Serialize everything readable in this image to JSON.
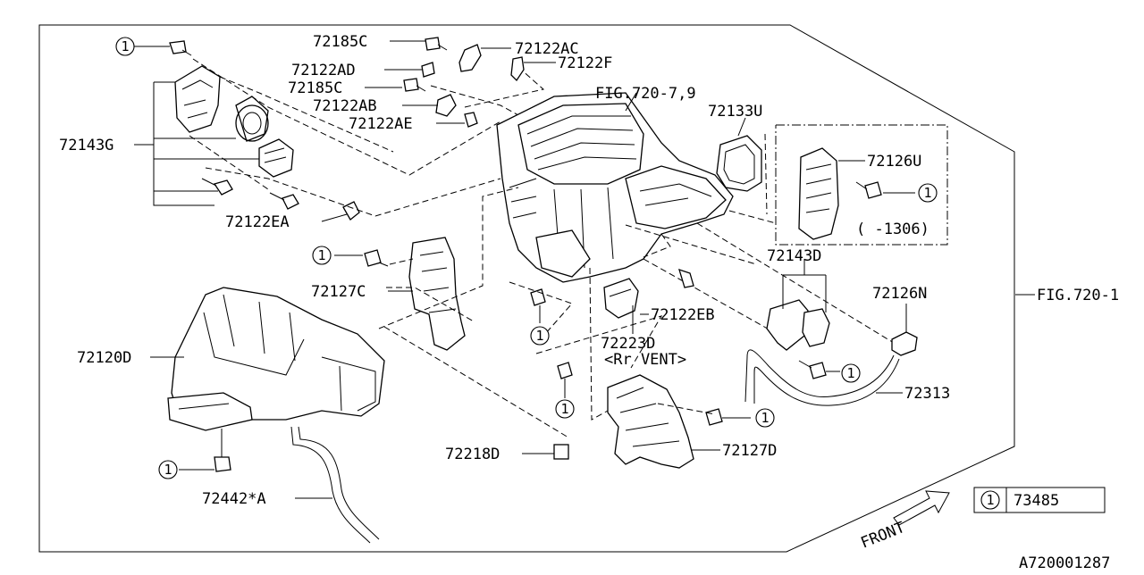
{
  "diagram": {
    "labels": {
      "p72185C_1": "72185C",
      "p72122AC": "72122AC",
      "p72122AD": "72122AD",
      "p72122F": "72122F",
      "p72185C_2": "72185C",
      "p72122AB": "72122AB",
      "p72122AE": "72122AE",
      "fig720_79": "FIG.720-7,9",
      "p72133U": "72133U",
      "p72143G": "72143G",
      "p72126U": "72126U",
      "range1306": "( -1306)",
      "p72122EA": "72122EA",
      "p72143D": "72143D",
      "p72127C": "72127C",
      "p72126N": "72126N",
      "fig720_1": "FIG.720-1",
      "p72120D": "72120D",
      "p72122EB": "72122EB",
      "p72223D": "72223D",
      "rr_vent": "<Rr VENT>",
      "p72313": "72313",
      "p72218D": "72218D",
      "p72127D": "72127D",
      "p72442A": "72442*A",
      "front": "FRONT",
      "drawing_id": "A720001287"
    },
    "ref_marker": "1",
    "legend": {
      "marker": "1",
      "part": "73485"
    }
  }
}
